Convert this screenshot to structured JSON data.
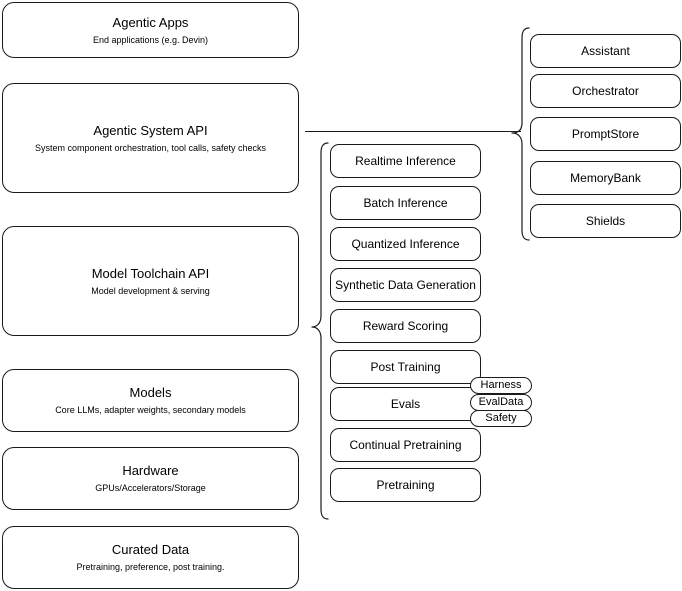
{
  "diagram": {
    "title": "Agentic stack layered architecture",
    "colors": {
      "stroke": "#1a1a1a",
      "background": "#ffffff",
      "text": "#000000"
    }
  },
  "layers": [
    {
      "title": "Agentic Apps",
      "subtitle": "End applications (e.g. Devin)"
    },
    {
      "title": "Agentic System API",
      "subtitle": "System component orchestration, tool calls, safety checks"
    },
    {
      "title": "Model Toolchain API",
      "subtitle": "Model development & serving"
    },
    {
      "title": "Models",
      "subtitle": "Core LLMs, adapter weights, secondary models"
    },
    {
      "title": "Hardware",
      "subtitle": "GPUs/Accelerators/Storage"
    },
    {
      "title": "Curated Data",
      "subtitle": "Pretraining, preference, post training."
    }
  ],
  "toolchain_capabilities": [
    {
      "label": "Realtime Inference"
    },
    {
      "label": "Batch Inference"
    },
    {
      "label": "Quantized Inference"
    },
    {
      "label": "Synthetic Data Generation"
    },
    {
      "label": "Reward Scoring"
    },
    {
      "label": "Post Training"
    },
    {
      "label": "Evals"
    },
    {
      "label": "Continual Pretraining"
    },
    {
      "label": "Pretraining"
    }
  ],
  "eval_badges": [
    {
      "label": "Harness"
    },
    {
      "label": "EvalData"
    },
    {
      "label": "Safety"
    }
  ],
  "system_components": [
    {
      "label": "Assistant"
    },
    {
      "label": "Orchestrator"
    },
    {
      "label": "PromptStore"
    },
    {
      "label": "MemoryBank"
    },
    {
      "label": "Shields"
    }
  ]
}
